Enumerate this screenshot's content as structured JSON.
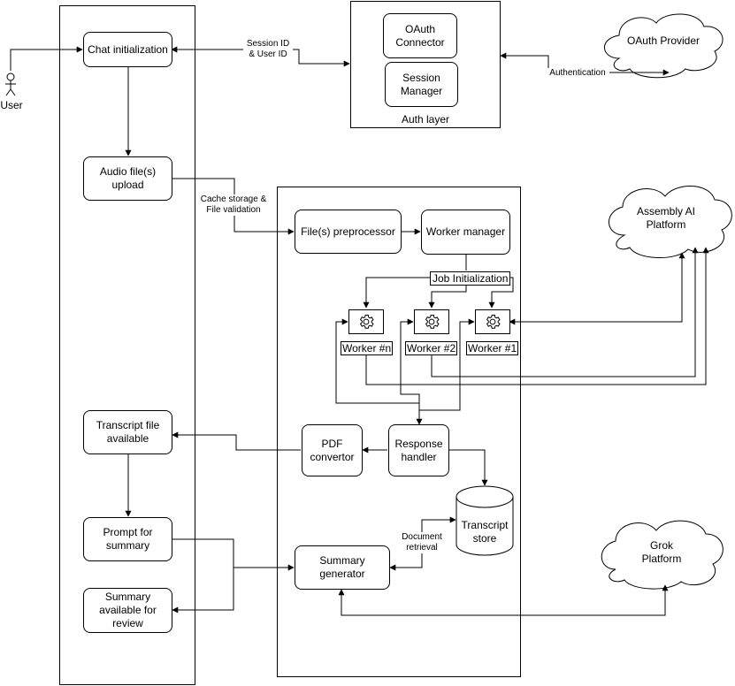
{
  "actor": {
    "label": "User"
  },
  "auth_layer": {
    "title": "Auth layer",
    "oauth_connector": "OAuth\nConnector",
    "session_manager": "Session\nManager"
  },
  "left_lane": {
    "chat_init": "Chat initialization",
    "audio_upload": "Audio file(s)\nupload",
    "transcript_available": "Transcript file\navailable",
    "prompt_summary": "Prompt for\nsummary",
    "summary_review": "Summary\navailable for\nreview"
  },
  "processing": {
    "preprocessor": "File(s) preprocessor",
    "worker_manager": "Worker manager",
    "job_init": "Job Initialization",
    "workers": [
      "Worker #n",
      "Worker #2",
      "Worker #1"
    ],
    "pdf_convertor": "PDF\nconvertor",
    "response_handler": "Response\nhandler",
    "transcript_store": "Transcript\nstore",
    "summary_generator": "Summary\ngenerator"
  },
  "external": {
    "oauth_provider": "OAuth Provider",
    "assembly_ai": "Assembly AI\nPlatform",
    "grok": "Grok\nPlatform"
  },
  "edge_labels": {
    "session_id": "Session ID\n& User ID",
    "authentication": "Authentication",
    "cache_validation": "Cache storage &\nFile validation",
    "document_retrieval": "Document\nretrieval"
  },
  "icons": {
    "gear": "gear-icon",
    "user": "user-icon",
    "cloud": "cloud-shape",
    "database": "cylinder-shape"
  }
}
